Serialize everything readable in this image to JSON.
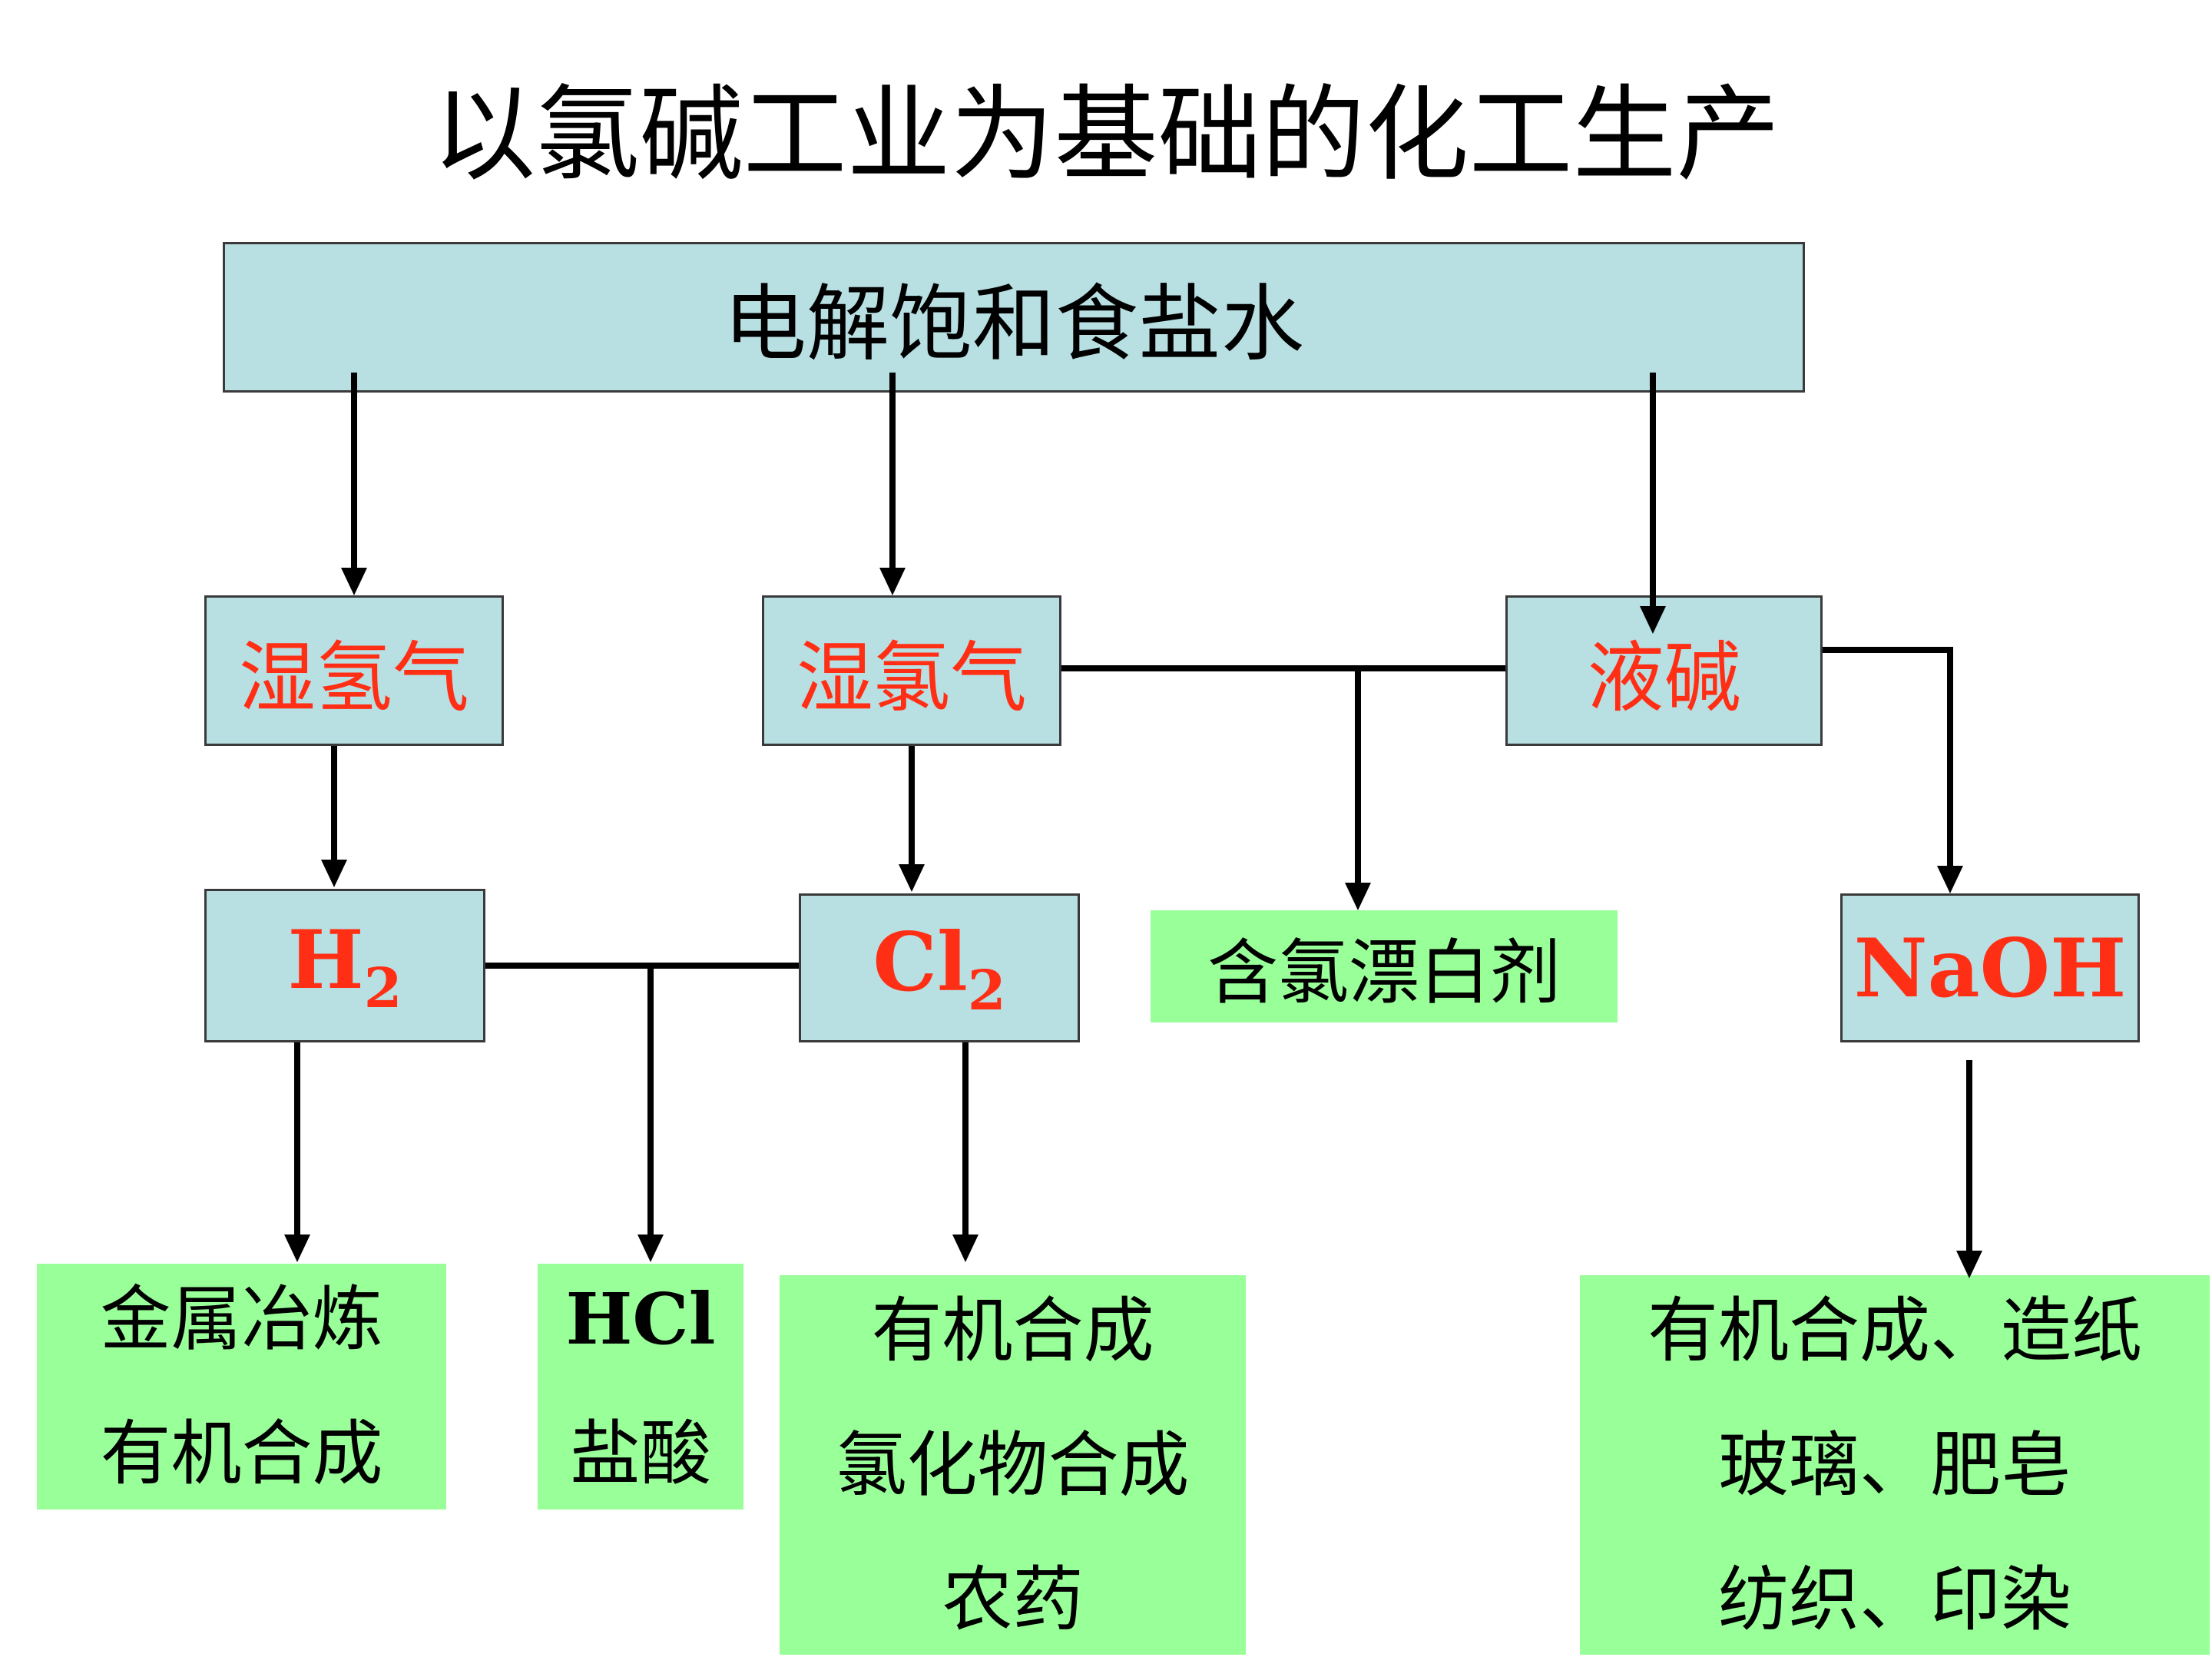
{
  "title": "以氯碱工业为基础的化工生产",
  "source": "电解饱和食盐水",
  "intermediates": {
    "wet_hydrogen": "湿氢气",
    "wet_chlorine": "湿氯气",
    "liquid_caustic": "液碱"
  },
  "products": {
    "h2": {
      "main": "H",
      "sub": "2"
    },
    "cl2": {
      "main": "Cl",
      "sub": "2"
    },
    "naoh": "NaOH",
    "bleach": "含氯漂白剂"
  },
  "uses": {
    "h2": [
      "金属冶炼",
      "有机合成"
    ],
    "hcl": [
      "HCl",
      "盐酸"
    ],
    "cl2": [
      "有机合成",
      "氯化物合成",
      "农药"
    ],
    "naoh": [
      "有机合成、造纸",
      "玻璃、肥皂",
      "纺织、印染"
    ]
  },
  "colors": {
    "product_text": "#ff2f16",
    "process_box": "#b8dfe2",
    "use_box": "#99ff99"
  }
}
